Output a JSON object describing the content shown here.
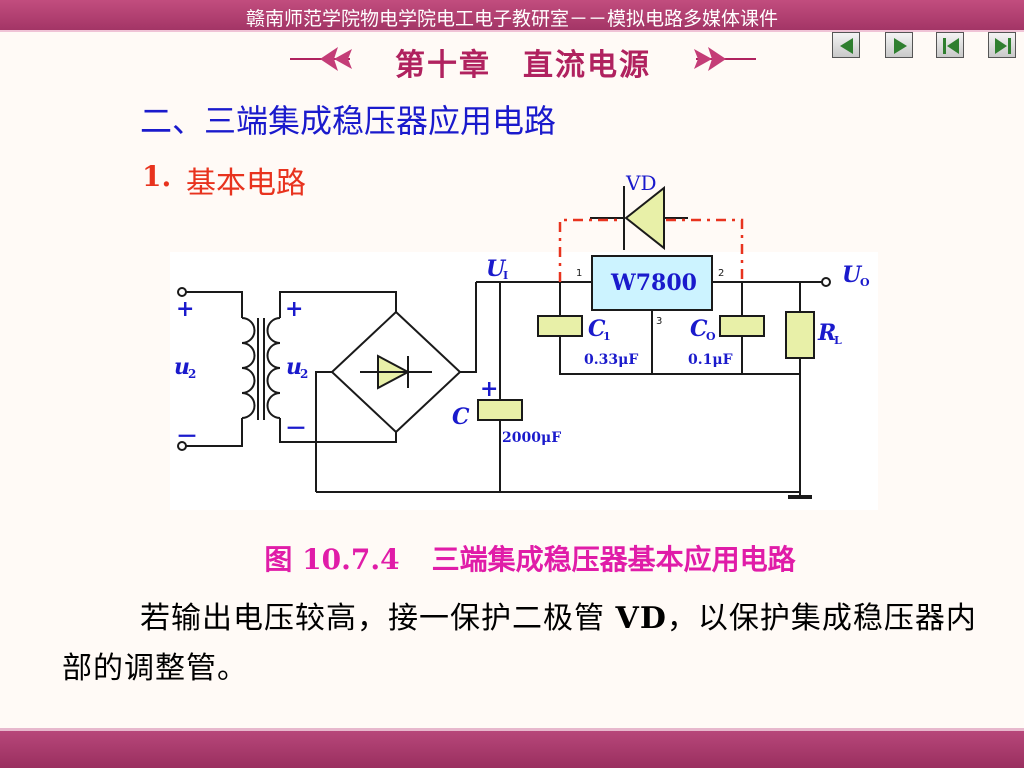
{
  "header": {
    "course_title": "赣南师范学院物电学院电工电子教研室－－模拟电路多媒体课件",
    "chapter_title": "第十章　直流电源",
    "nav": [
      "previous",
      "next",
      "first",
      "last"
    ]
  },
  "section": {
    "title": "二、三端集成稳压器应用电路",
    "sub_number": "1.",
    "sub_title": "基本电路"
  },
  "circuit": {
    "diode_label": "VD",
    "input_plus": "+",
    "input_minus": "－",
    "u2_primary_main": "u",
    "u2_primary_sub": "2",
    "secondary_plus": "+",
    "secondary_minus": "－",
    "u2_secondary_main": "u",
    "u2_secondary_sub": "2",
    "u1_main": "U",
    "u1_sub": "I",
    "uo_main": "U",
    "uo_sub": "O",
    "regulator_label": "W7800",
    "pin1": "1",
    "pin2": "2",
    "pin3": "3",
    "c_label": "C",
    "c_plus": "+",
    "c_value": "2000μF",
    "c1_main": "C",
    "c1_sub": "1",
    "c1_value": "0.33μF",
    "co_main": "C",
    "co_sub": "O",
    "co_value": "0.1μF",
    "rl_main": "R",
    "rl_sub": "L"
  },
  "caption": {
    "number": "图 10.7.4",
    "text": "三端集成稳压器基本应用电路"
  },
  "paragraph": {
    "before": "若输出电压较高，接一保护二极管 ",
    "highlight": "VD",
    "after": "，以保护集成稳压器内部的调整管。"
  },
  "colors": {
    "header_bar": "#b03b70",
    "chapter_title": "#b0225f",
    "section_title": "#1a1acc",
    "subsection": "#e8331e",
    "caption": "#e01ca8",
    "circuit_line": "#1a1a1a",
    "capacitor_fill": "#e8f0a8",
    "regulator_fill": "#ccf3ff",
    "label_blue": "#1a1acc",
    "dash_red": "#e8331e"
  }
}
